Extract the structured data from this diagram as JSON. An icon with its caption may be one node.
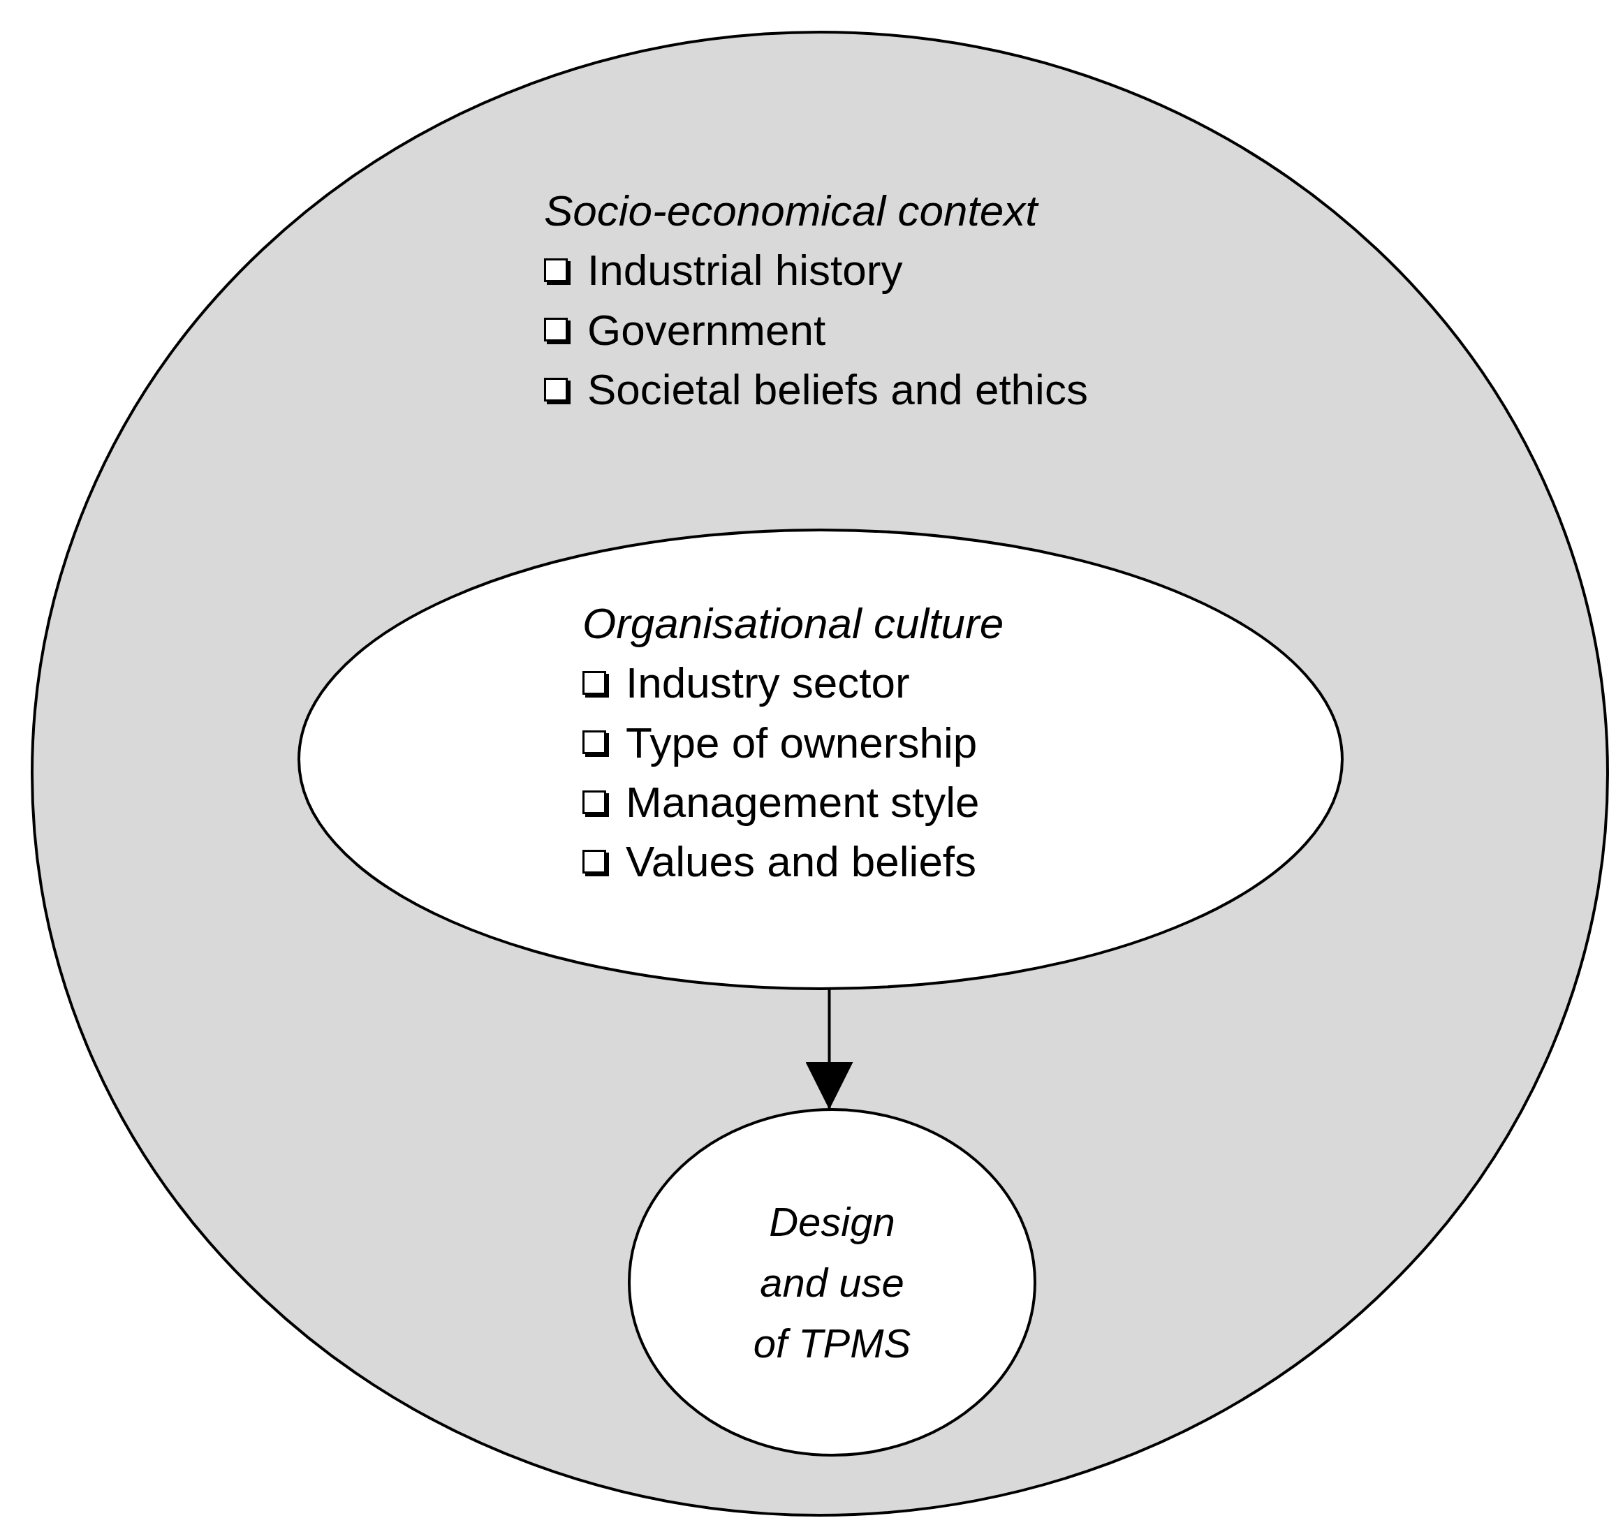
{
  "diagram": {
    "nodes": [
      {
        "text": [
          "Socio-economical context",
          "Industrial history",
          "Government",
          "Societal beliefs and ethics"
        ]
      },
      {
        "text": [
          "Organisational culture",
          "Industry sector",
          "Type of ownership",
          "Management style",
          "Values and beliefs"
        ],
        "in": 0
      },
      {
        "text": [
          "Design and use of TPMS"
        ],
        "in": 0
      }
    ],
    "edges": [
      {
        "from": 1,
        "to": 2,
        "arrow": "to"
      }
    ]
  }
}
